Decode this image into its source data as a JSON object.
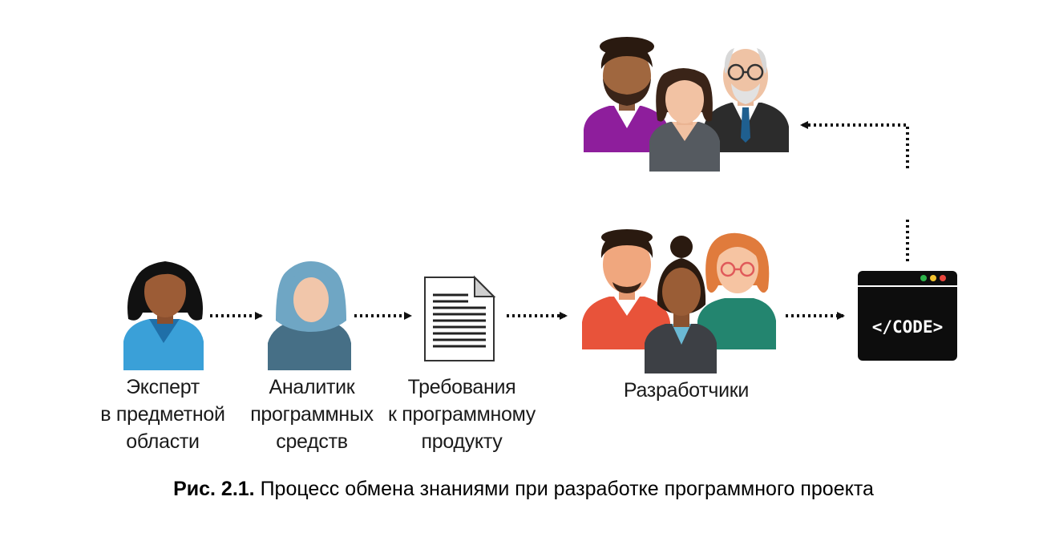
{
  "nodes": {
    "expert": {
      "lines": [
        "Эксперт",
        "в предметной",
        "области"
      ]
    },
    "analyst": {
      "lines": [
        "Аналитик",
        "программных",
        "средств"
      ]
    },
    "requirements": {
      "lines": [
        "Требования",
        "к программному",
        "продукту"
      ]
    },
    "developers": {
      "lines": [
        "Разработчики"
      ]
    },
    "code": {
      "text": "</CODE>"
    }
  },
  "caption": {
    "number": "Рис. 2.1.",
    "text": " Процесс обмена знаниями при разработке программного проекта"
  },
  "colors": {
    "expert_shirt": "#3aa0d8",
    "analyst_hijab": "#6fa6c4",
    "dev_red_shirt": "#e8533a",
    "dev_green_shirt": "#23856f",
    "users_purple": "#8e1e9c",
    "users_suit": "#2c2c2c",
    "code_window": "#0d0d0d",
    "arrow": "#111111"
  }
}
